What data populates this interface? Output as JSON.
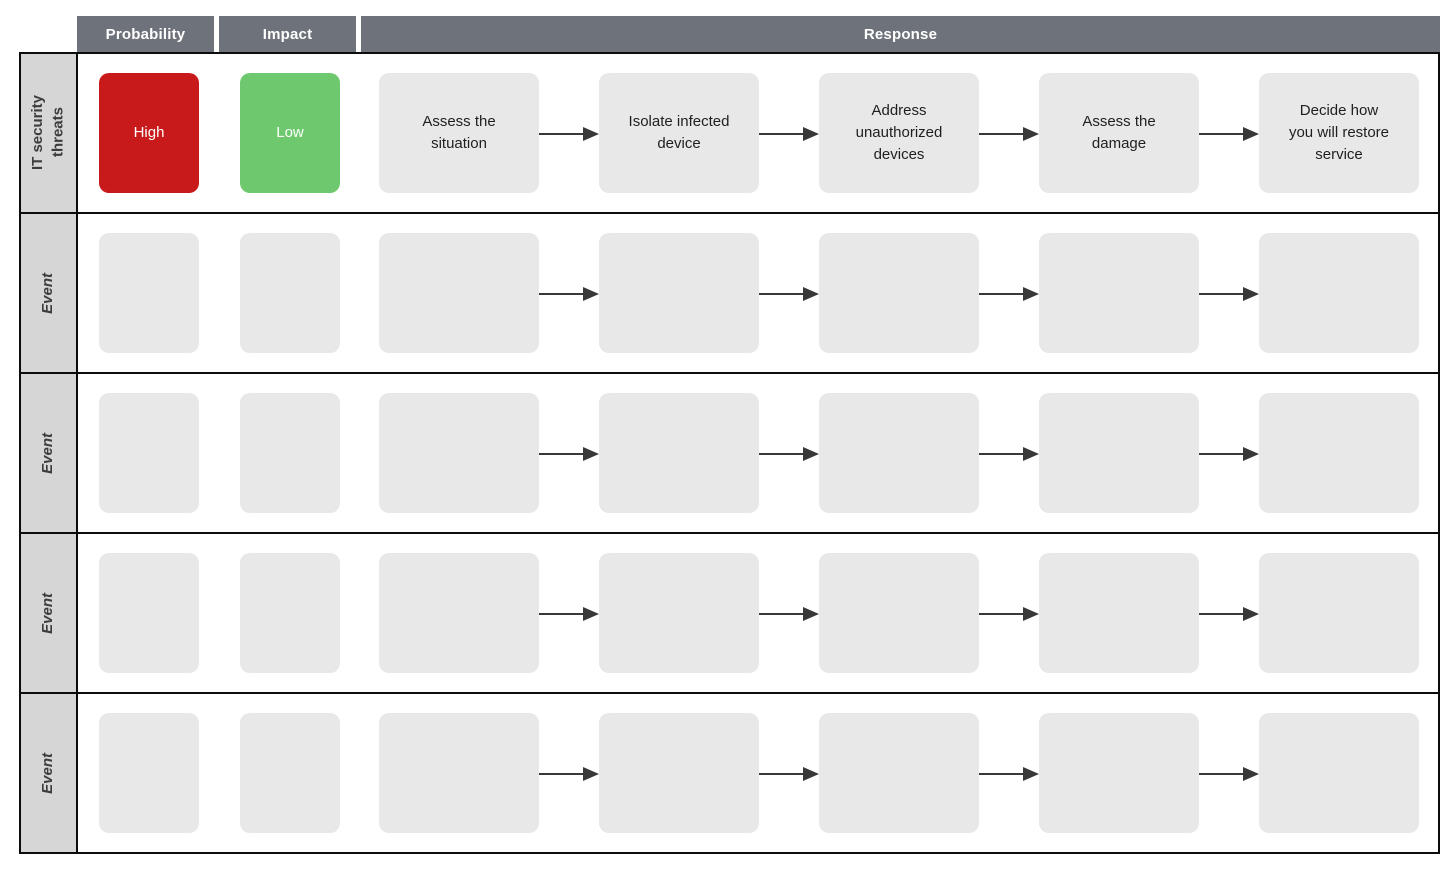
{
  "header": {
    "probability": "Probability",
    "impact": "Impact",
    "response": "Response"
  },
  "rows": [
    {
      "label": "IT security\nthreats",
      "probability": {
        "label": "High",
        "color": "#c81a1a"
      },
      "impact": {
        "label": "Low",
        "color": "#6ec86e"
      },
      "responses": [
        "Assess the\nsituation",
        "Isolate infected\ndevice",
        "Address\nunauthorized\ndevices",
        "Assess the\ndamage",
        "Decide how\nyou will restore\nservice"
      ]
    },
    {
      "label": "Event",
      "probability": {
        "label": ""
      },
      "impact": {
        "label": ""
      },
      "responses": [
        "",
        "",
        "",
        "",
        ""
      ]
    },
    {
      "label": "Event",
      "probability": {
        "label": ""
      },
      "impact": {
        "label": ""
      },
      "responses": [
        "",
        "",
        "",
        "",
        ""
      ]
    },
    {
      "label": "Event",
      "probability": {
        "label": ""
      },
      "impact": {
        "label": ""
      },
      "responses": [
        "",
        "",
        "",
        "",
        ""
      ]
    },
    {
      "label": "Event",
      "probability": {
        "label": ""
      },
      "impact": {
        "label": ""
      },
      "responses": [
        "",
        "",
        "",
        "",
        ""
      ]
    }
  ],
  "colors": {
    "header_bg": "#6e737b",
    "row_label_bg": "#d6d6d6",
    "shape_bg": "#e8e8e8",
    "high_bg": "#c81a1a",
    "low_bg": "#6ec86e",
    "arrow": "#383838",
    "border": "#0c0c0c"
  }
}
